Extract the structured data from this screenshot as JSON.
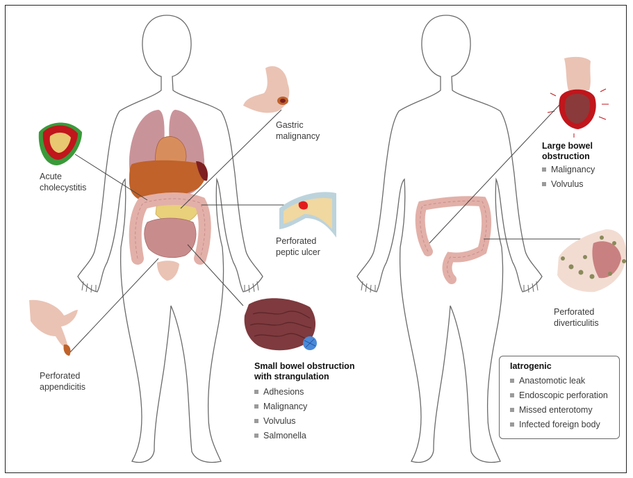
{
  "labels": {
    "acute_cholecystitis": "Acute\ncholecystitis",
    "gastric_malignancy": "Gastric\nmalignancy",
    "perforated_peptic_ulcer": "Perforated\npeptic ulcer",
    "perforated_appendicitis": "Perforated\nappendicitis",
    "perforated_diverticulitis": "Perforated\ndiverticulitis"
  },
  "small_bowel": {
    "heading": "Small bowel obstruction\nwith strangulation",
    "items": [
      "Adhesions",
      "Malignancy",
      "Volvulus",
      "Salmonella"
    ]
  },
  "large_bowel": {
    "heading": "Large bowel\nobstruction",
    "items": [
      "Malignancy",
      "Volvulus"
    ]
  },
  "iatrogenic": {
    "heading": "Iatrogenic",
    "items": [
      "Anastomotic leak",
      "Endoscopic perforation",
      "Missed enterotomy",
      "Infected foreign body"
    ]
  },
  "colors": {
    "outline": "#6a6a6a",
    "lung": "#c9939a",
    "liver": "#c0622a",
    "heart": "#d08a60",
    "colon": "#e2b0a8",
    "small_bowel": "#c98c8c",
    "gallbladder_green": "#3a9a3a",
    "inflamed_red": "#c0161c",
    "bullet": "#9a9a9a"
  }
}
